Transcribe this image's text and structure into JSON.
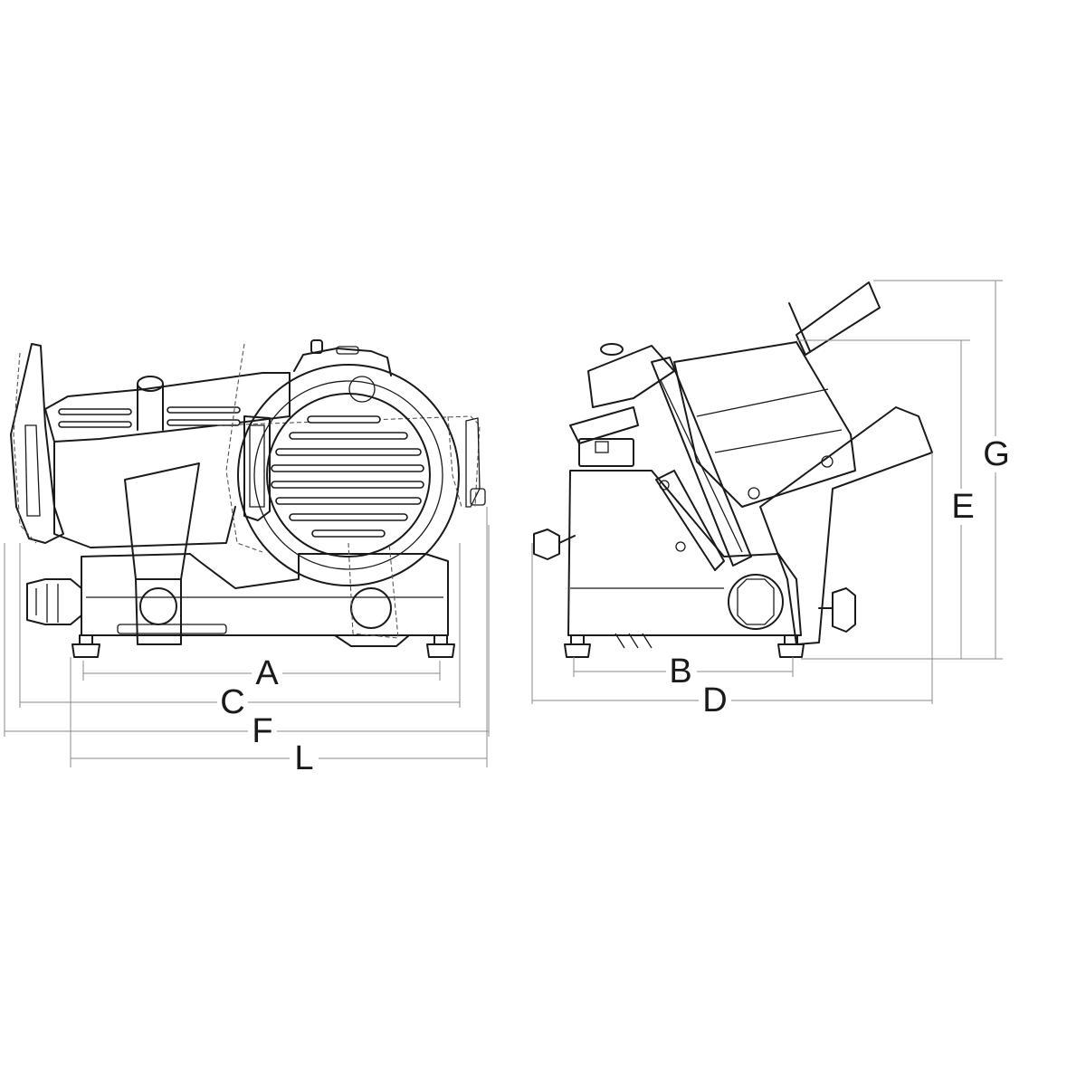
{
  "dimension_labels": {
    "a": "A",
    "b": "B",
    "c": "C",
    "d": "D",
    "e": "E",
    "f": "F",
    "g": "G",
    "l": "L"
  }
}
